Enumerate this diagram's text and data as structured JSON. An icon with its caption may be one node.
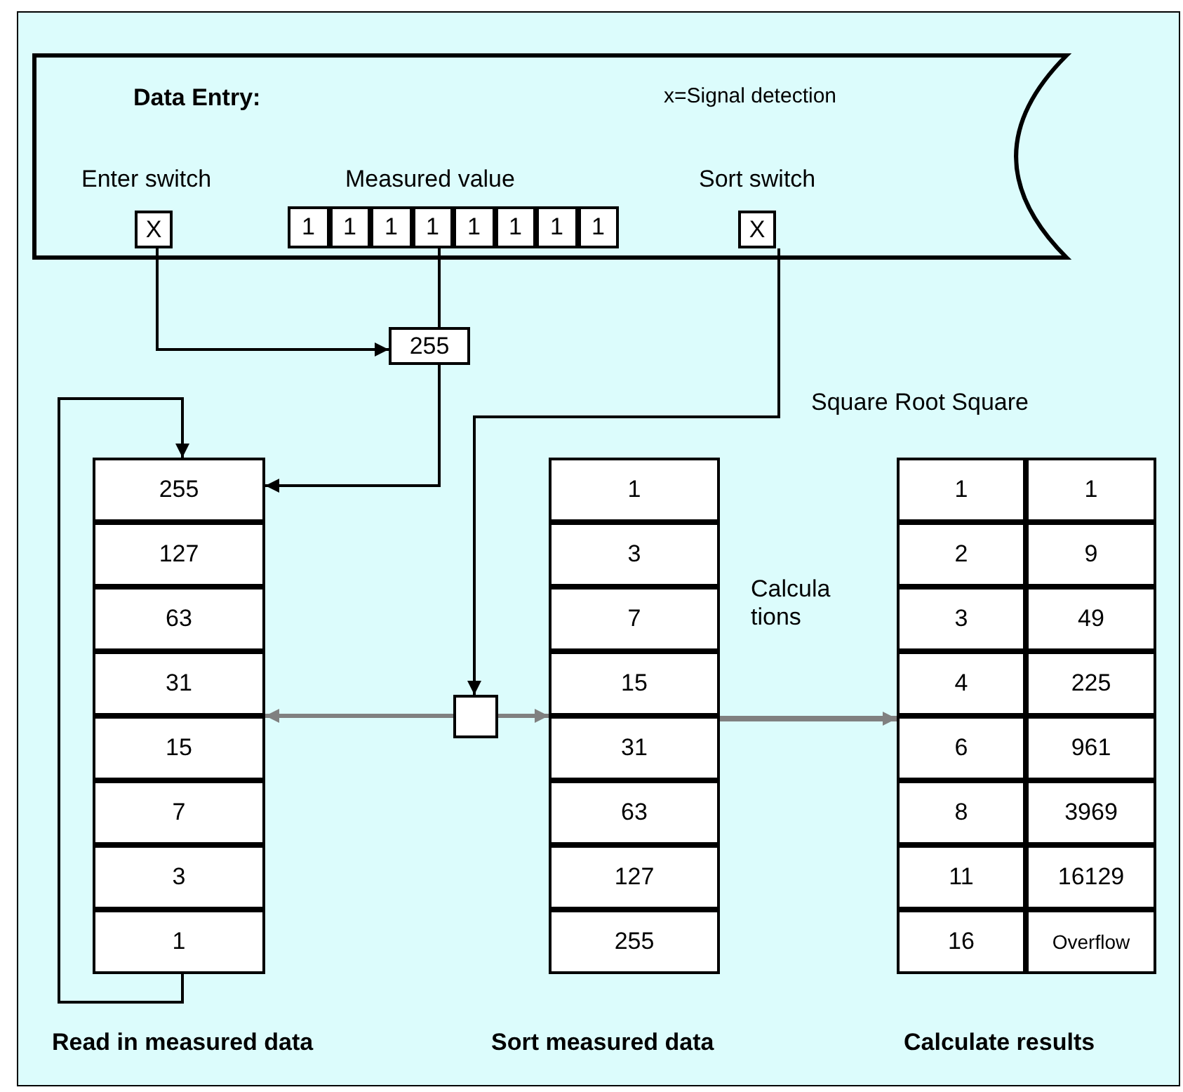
{
  "diagram": {
    "nodes": [
      {
        "text": [
          "Data Entry:",
          "x=Signal detection"
        ]
      },
      {
        "text": [
          "X"
        ],
        "in": 0,
        "beside": [
          "Enter switch"
        ]
      },
      {
        "text": [],
        "shape": "box",
        "in": 0,
        "beside": [
          "Measured value"
        ]
      },
      {
        "text": [
          "1"
        ],
        "in": 2
      },
      {
        "text": [
          "1"
        ],
        "in": 2
      },
      {
        "text": [
          "1"
        ],
        "in": 2
      },
      {
        "text": [
          "1"
        ],
        "in": 2
      },
      {
        "text": [
          "1"
        ],
        "in": 2
      },
      {
        "text": [
          "1"
        ],
        "in": 2
      },
      {
        "text": [
          "1"
        ],
        "in": 2
      },
      {
        "text": [
          "1"
        ],
        "in": 2
      },
      {
        "text": [
          "X"
        ],
        "in": 0,
        "beside": [
          "Sort switch"
        ]
      },
      {
        "text": [
          "255"
        ]
      },
      {
        "text": [],
        "shape": "box",
        "beside": [
          "Read in measured data"
        ]
      },
      {
        "text": [
          "255"
        ],
        "in": 13
      },
      {
        "text": [
          "127"
        ],
        "in": 13
      },
      {
        "text": [
          "63"
        ],
        "in": 13
      },
      {
        "text": [
          "31"
        ],
        "in": 13
      },
      {
        "text": [
          "15"
        ],
        "in": 13
      },
      {
        "text": [
          "7"
        ],
        "in": 13
      },
      {
        "text": [
          "3"
        ],
        "in": 13
      },
      {
        "text": [
          "1"
        ],
        "in": 13
      },
      {
        "text": [],
        "shape": "box"
      },
      {
        "text": [],
        "shape": "box",
        "beside": [
          "Sort measured data"
        ]
      },
      {
        "text": [
          "1"
        ],
        "in": 23
      },
      {
        "text": [
          "3"
        ],
        "in": 23
      },
      {
        "text": [
          "7"
        ],
        "in": 23
      },
      {
        "text": [
          "15"
        ],
        "in": 23
      },
      {
        "text": [
          "31"
        ],
        "in": 23
      },
      {
        "text": [
          "63"
        ],
        "in": 23
      },
      {
        "text": [
          "127"
        ],
        "in": 23
      },
      {
        "text": [
          "255"
        ],
        "in": 23
      },
      {
        "text": [],
        "shape": "box",
        "beside": [
          "Calculate results"
        ]
      },
      {
        "text": [
          "1"
        ],
        "in": 32
      },
      {
        "text": [
          "1"
        ],
        "in": 32
      },
      {
        "text": [
          "2"
        ],
        "in": 32
      },
      {
        "text": [
          "9"
        ],
        "in": 32
      },
      {
        "text": [
          "3"
        ],
        "in": 32
      },
      {
        "text": [
          "49"
        ],
        "in": 32
      },
      {
        "text": [
          "4"
        ],
        "in": 32
      },
      {
        "text": [
          "225"
        ],
        "in": 32
      },
      {
        "text": [
          "6"
        ],
        "in": 32
      },
      {
        "text": [
          "961"
        ],
        "in": 32
      },
      {
        "text": [
          "8"
        ],
        "in": 32
      },
      {
        "text": [
          "3969"
        ],
        "in": 32
      },
      {
        "text": [
          "11"
        ],
        "in": 32
      },
      {
        "text": [
          "16129"
        ],
        "in": 32
      },
      {
        "text": [
          "16"
        ],
        "in": 32
      },
      {
        "text": [
          "Overflow"
        ],
        "in": 32
      }
    ],
    "edges": [
      {
        "from": 1,
        "to": 12,
        "arrow": "to"
      },
      {
        "from": 6,
        "to": 12,
        "arrow": "none"
      },
      {
        "from": 12,
        "to": 14,
        "arrow": "to"
      },
      {
        "from": 21,
        "to": 14,
        "arrow": "to"
      },
      {
        "from": 11,
        "to": 22,
        "arrow": "to"
      },
      {
        "from": 22,
        "to": 13,
        "arrow": "to",
        "color": "#808080"
      },
      {
        "from": 22,
        "to": 23,
        "arrow": "to",
        "color": "#808080"
      },
      {
        "from": 23,
        "to": 32,
        "arrow": "to",
        "color": "#808080",
        "style": "thick",
        "label": "Calcula tions"
      }
    ],
    "labels": [
      "Square Root Square"
    ]
  }
}
